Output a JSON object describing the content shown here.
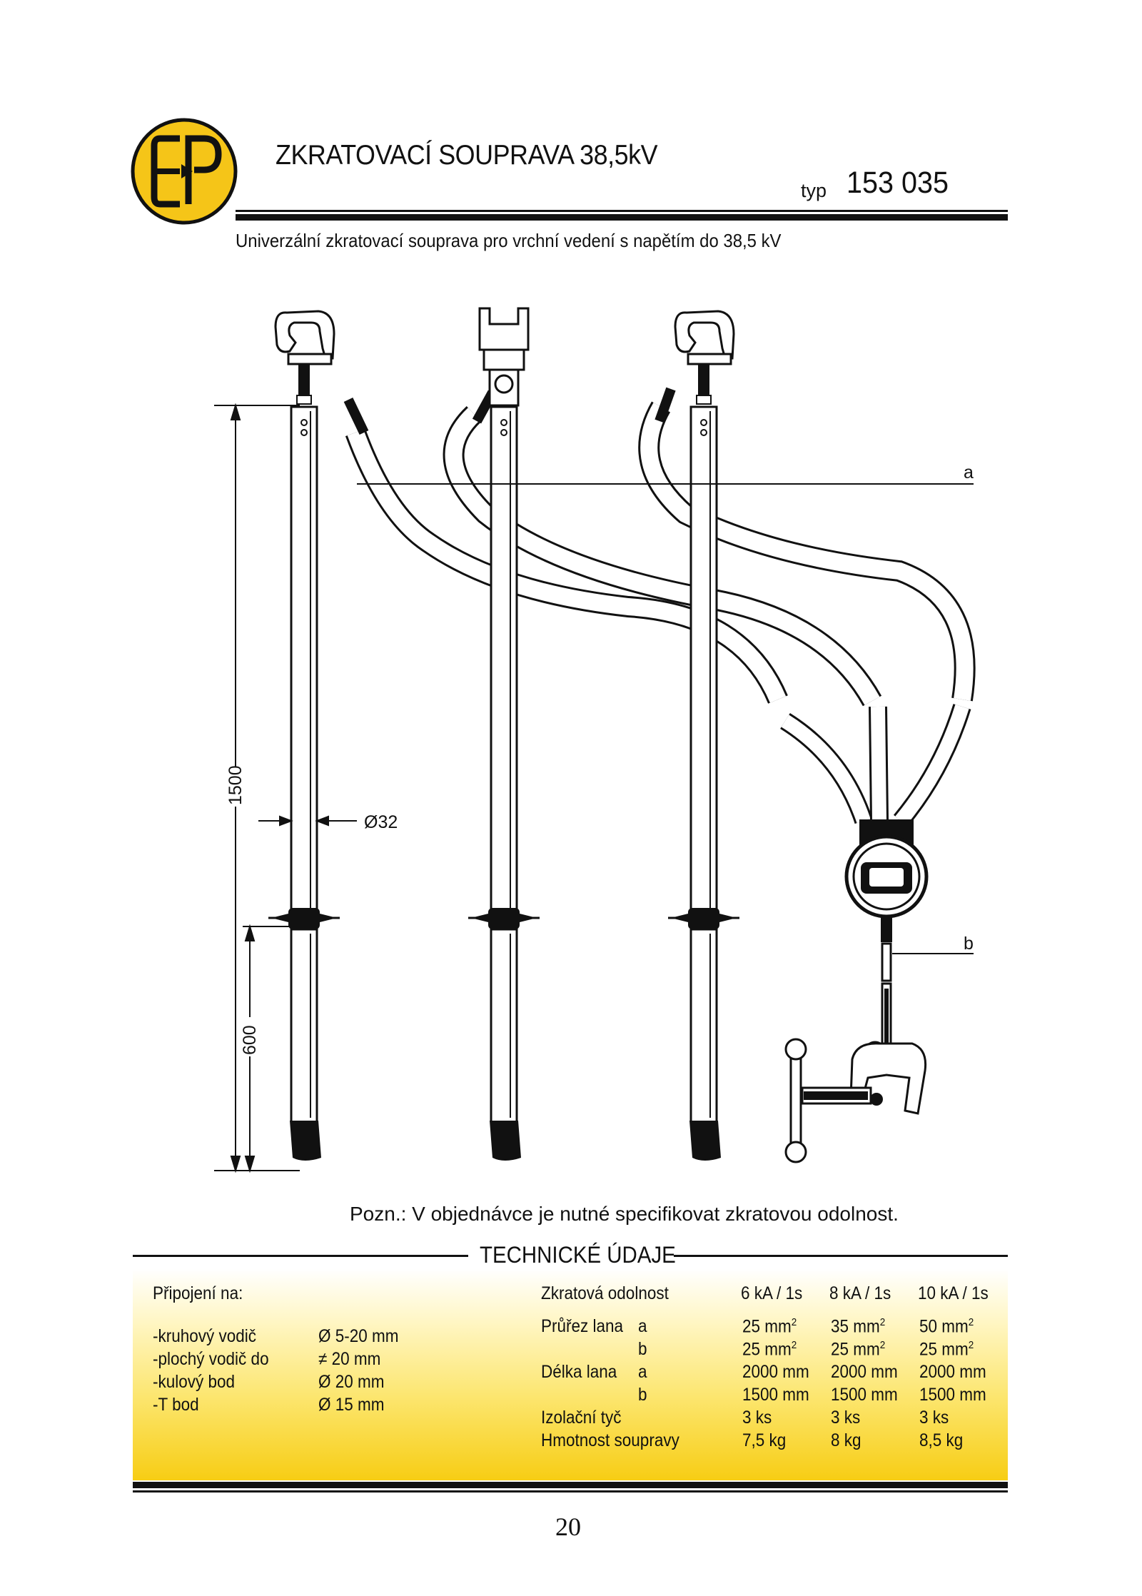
{
  "logo": {
    "text": "EP"
  },
  "header": {
    "title": "ZKRATOVACÍ SOUPRAVA 38,5kV",
    "typ_label": "typ",
    "typ_value": "153 035",
    "subtitle": "Univerzální zkratovací souprava pro vrchní vedení s napětím do 38,5 kV"
  },
  "drawing": {
    "dim_total": "1500",
    "dim_lower": "600",
    "diameter": "Ø32",
    "label_a": "a",
    "label_b": "b"
  },
  "note": "Pozn.: V objednávce je nutné specifikovat zkratovou odolnost.",
  "tech": {
    "title": "TECHNICKÉ ÚDAJE",
    "connection": {
      "heading": "Připojení na:",
      "rows": [
        {
          "label": "-kruhový vodič",
          "value": "Ø 5-20 mm"
        },
        {
          "label": "-plochý vodič do",
          "value": "≠ 20 mm"
        },
        {
          "label": "-kulový bod",
          "value": "Ø 20 mm"
        },
        {
          "label": "-T bod",
          "value": "Ø 15 mm"
        }
      ]
    },
    "specs": {
      "header_label": "Zkratová odolnost",
      "columns": [
        "6 kA / 1s",
        "8 kA / 1s",
        "10 kA / 1s"
      ],
      "rows": [
        {
          "label": "Průřez lana",
          "sub": "a",
          "values": [
            "25 mm",
            "35 mm",
            "50 mm"
          ],
          "sup": "2"
        },
        {
          "label": "",
          "sub": "b",
          "values": [
            "25 mm",
            "25 mm",
            "25 mm"
          ],
          "sup": "2"
        },
        {
          "label": "Délka lana",
          "sub": "a",
          "values": [
            "2000 mm",
            "2000 mm",
            "2000 mm"
          ]
        },
        {
          "label": "",
          "sub": "b",
          "values": [
            "1500 mm",
            "1500 mm",
            "1500 mm"
          ]
        },
        {
          "label": "Izolační tyč",
          "sub": "",
          "values": [
            "3 ks",
            "3 ks",
            "3 ks"
          ]
        },
        {
          "label": "Hmotnost soupravy",
          "sub": "",
          "values": [
            "7,5 kg",
            "8 kg",
            "8,5 kg"
          ]
        }
      ]
    }
  },
  "page_number": "20",
  "colors": {
    "logo_yellow": "#f5c518",
    "band_yellow": "#f7cd14",
    "ink": "#111111"
  }
}
